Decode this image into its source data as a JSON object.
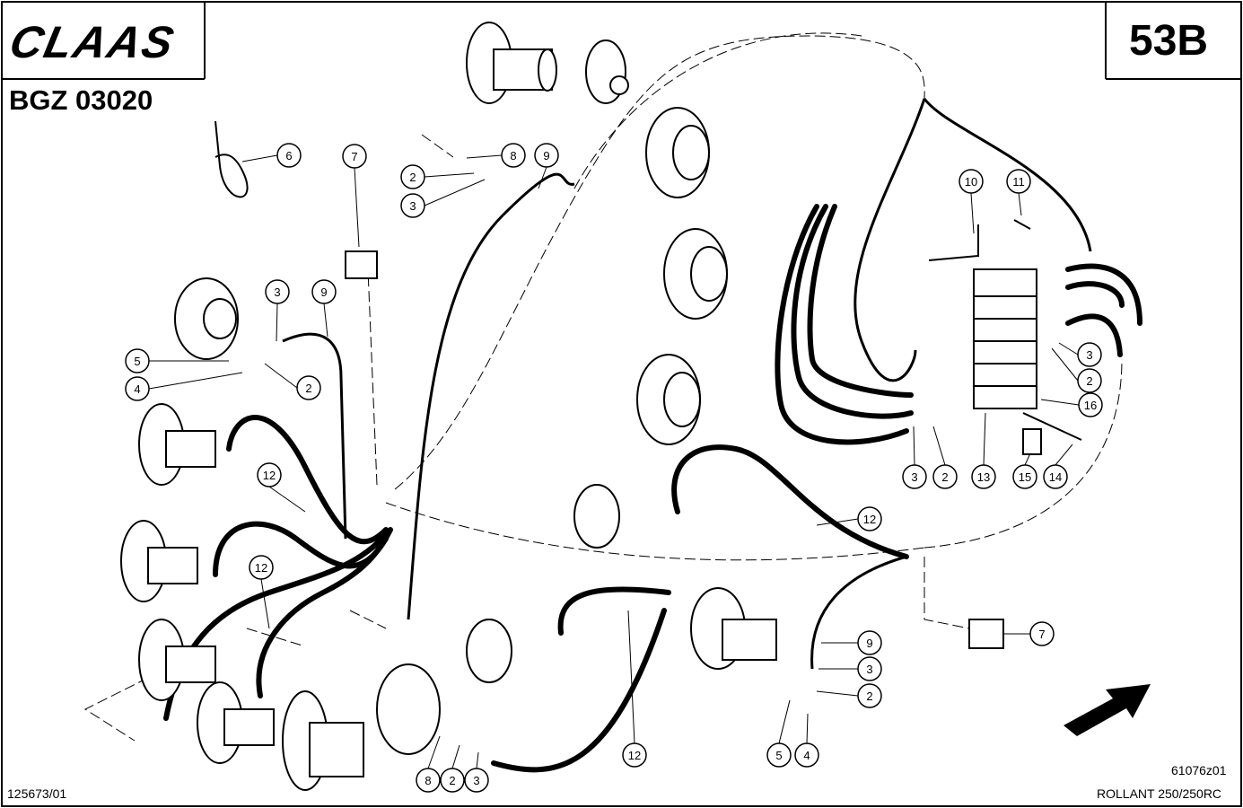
{
  "header": {
    "brand": "CLAAS",
    "doc_number": "BGZ 03020",
    "page_code": "53B"
  },
  "footer": {
    "left_code": "125673/01",
    "drawing_code": "61076z01",
    "model": "ROLLANT 250/250RC"
  },
  "callouts": [
    {
      "label": "6"
    },
    {
      "label": "7"
    },
    {
      "label": "8"
    },
    {
      "label": "9"
    },
    {
      "label": "2"
    },
    {
      "label": "3"
    },
    {
      "label": "3"
    },
    {
      "label": "9"
    },
    {
      "label": "5"
    },
    {
      "label": "4"
    },
    {
      "label": "2"
    },
    {
      "label": "12"
    },
    {
      "label": "12"
    },
    {
      "label": "10"
    },
    {
      "label": "11"
    },
    {
      "label": "3"
    },
    {
      "label": "2"
    },
    {
      "label": "16"
    },
    {
      "label": "3"
    },
    {
      "label": "2"
    },
    {
      "label": "13"
    },
    {
      "label": "15"
    },
    {
      "label": "14"
    },
    {
      "label": "12"
    },
    {
      "label": "7"
    },
    {
      "label": "9"
    },
    {
      "label": "3"
    },
    {
      "label": "2"
    },
    {
      "label": "5"
    },
    {
      "label": "4"
    },
    {
      "label": "12"
    },
    {
      "label": "8"
    },
    {
      "label": "2"
    },
    {
      "label": "3"
    }
  ]
}
